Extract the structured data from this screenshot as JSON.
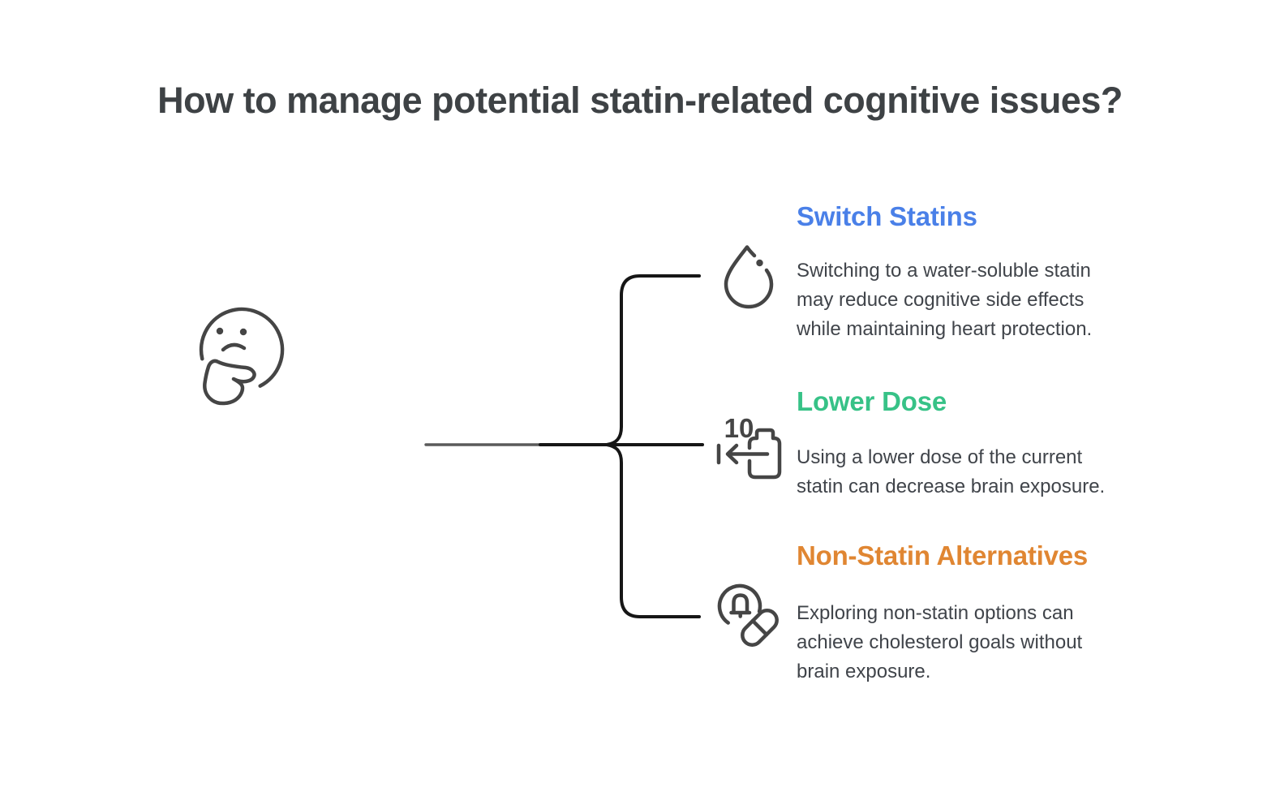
{
  "title": {
    "text": "How to manage potential statin-related cognitive issues?",
    "color": "#3e4245"
  },
  "figure": {
    "left_icon": "thinking-face-icon",
    "connector": "three-way-branch"
  },
  "branches": [
    {
      "heading": "Switch Statins",
      "heading_color": "#4a80e8",
      "body": "Switching to a water-soluble statin\nmay reduce cognitive side effects\nwhile maintaining heart protection.",
      "icon": "water-droplet-icon"
    },
    {
      "heading": "Lower Dose",
      "heading_color": "#37c287",
      "body": "Using a lower dose of the current\nstatin can decrease brain exposure.",
      "icon": "dose-reduction-icon",
      "icon_label": "10"
    },
    {
      "heading": "Non-Statin Alternatives",
      "heading_color": "#e08632",
      "body": "Exploring non-statin options can\nachieve cholesterol goals without\nbrain exposure.",
      "icon": "bell-pill-icon"
    }
  ],
  "colors": {
    "background": "#ffffff",
    "line": "#161616",
    "line_fade": "#5a5a5a",
    "icon_stroke": "#454545",
    "body_text": "#40444a"
  }
}
